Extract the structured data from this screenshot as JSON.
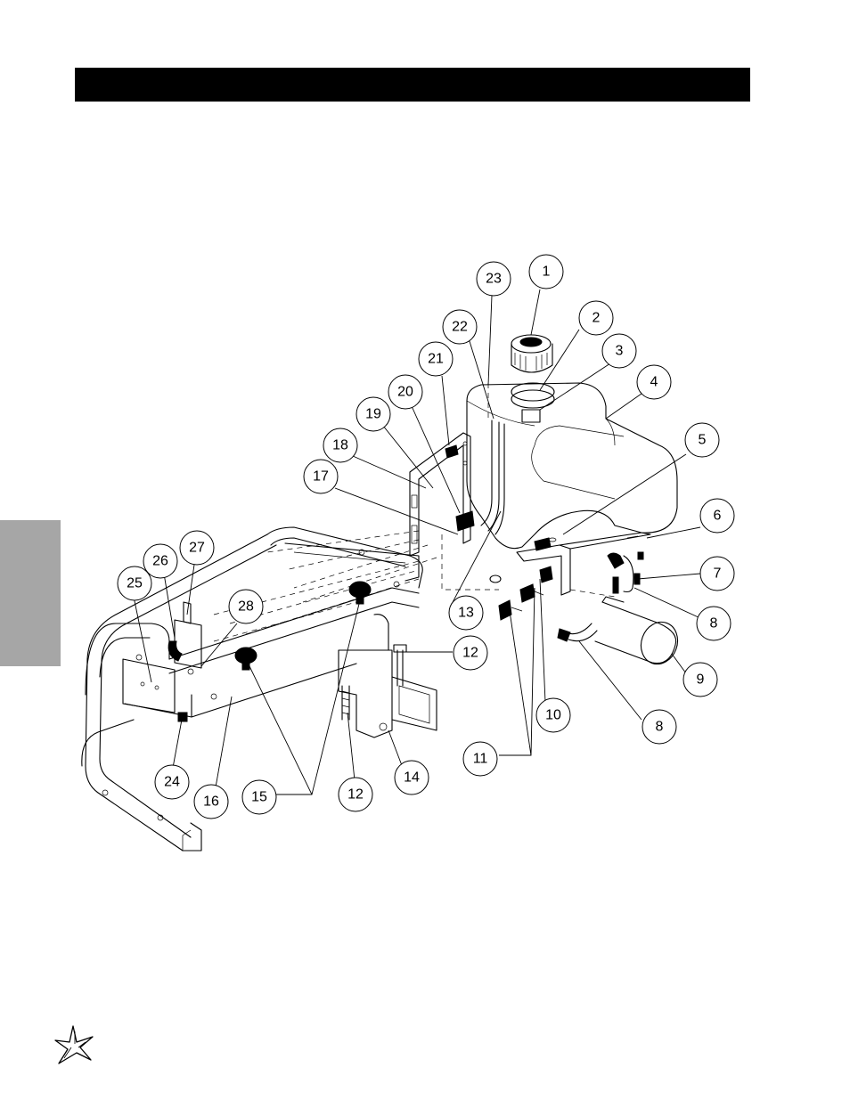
{
  "page": {
    "header_bar_color": "#000000",
    "side_tab_color": "#a6a6a6"
  },
  "callouts": [
    {
      "id": "c1",
      "label": "1"
    },
    {
      "id": "c2",
      "label": "2"
    },
    {
      "id": "c3",
      "label": "3"
    },
    {
      "id": "c4",
      "label": "4"
    },
    {
      "id": "c5",
      "label": "5"
    },
    {
      "id": "c6",
      "label": "6"
    },
    {
      "id": "c7",
      "label": "7"
    },
    {
      "id": "c8a",
      "label": "8"
    },
    {
      "id": "c8b",
      "label": "8"
    },
    {
      "id": "c9",
      "label": "9"
    },
    {
      "id": "c10",
      "label": "10"
    },
    {
      "id": "c11",
      "label": "11"
    },
    {
      "id": "c12a",
      "label": "12"
    },
    {
      "id": "c12b",
      "label": "12"
    },
    {
      "id": "c13",
      "label": "13"
    },
    {
      "id": "c14",
      "label": "14"
    },
    {
      "id": "c15",
      "label": "15"
    },
    {
      "id": "c16",
      "label": "16"
    },
    {
      "id": "c17",
      "label": "17"
    },
    {
      "id": "c18",
      "label": "18"
    },
    {
      "id": "c19",
      "label": "19"
    },
    {
      "id": "c20",
      "label": "20"
    },
    {
      "id": "c21",
      "label": "21"
    },
    {
      "id": "c22",
      "label": "22"
    },
    {
      "id": "c23",
      "label": "23"
    },
    {
      "id": "c24",
      "label": "24"
    },
    {
      "id": "c25",
      "label": "25"
    },
    {
      "id": "c26",
      "label": "26"
    },
    {
      "id": "c27",
      "label": "27"
    },
    {
      "id": "c28",
      "label": "28"
    }
  ],
  "logo": {
    "icon": "star-burst-logo-icon"
  }
}
